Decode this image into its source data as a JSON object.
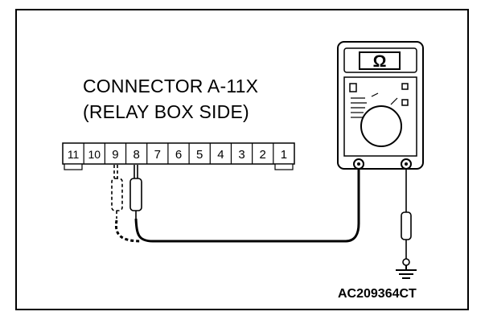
{
  "connector": {
    "title_line1": "CONNECTOR A-11X",
    "title_line2": "(RELAY BOX SIDE)",
    "pins": [
      "11",
      "10",
      "9",
      "8",
      "7",
      "6",
      "5",
      "4",
      "3",
      "2",
      "1"
    ]
  },
  "meter": {
    "symbol": "Ω"
  },
  "figure_code": "AC209364CT",
  "icons": {
    "ground": "ground-symbol-icon",
    "meter": "ohmmeter-icon"
  }
}
